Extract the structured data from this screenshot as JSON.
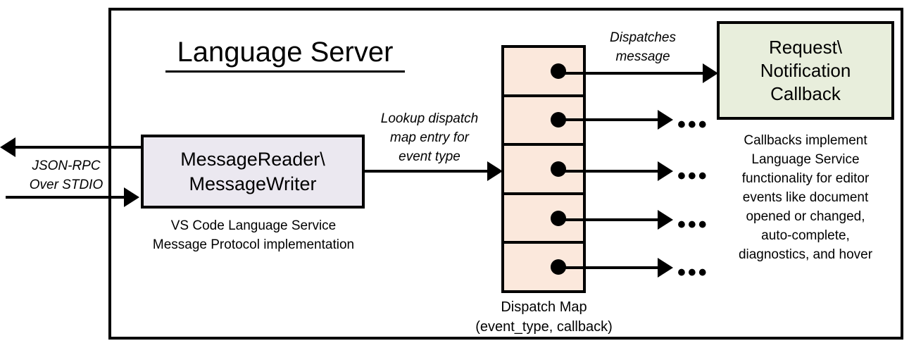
{
  "diagram": {
    "title": "Language Server",
    "frame_color": "#000000"
  },
  "external_io": {
    "label_line1": "JSON-RPC",
    "label_line2": "Over STDIO",
    "outgoing_arrow": "arrow-left",
    "incoming_arrow": "arrow-right"
  },
  "message_box": {
    "line1": "MessageReader\\",
    "line2": "MessageWriter",
    "fill": "#ebe8f0",
    "caption_line1": "VS Code Language Service",
    "caption_line2": "Message Protocol implementation"
  },
  "lookup_edge": {
    "line1": "Lookup dispatch",
    "line2": "map entry for",
    "line3": "event type"
  },
  "dispatch_map": {
    "fill": "#fbe8dc",
    "caption_line1": "Dispatch Map",
    "caption_line2": "(event_type, callback)",
    "entries": [
      {
        "index": 1,
        "marker": "callback-dot"
      },
      {
        "index": 2,
        "marker": "callback-dot"
      },
      {
        "index": 3,
        "marker": "callback-dot"
      },
      {
        "index": 4,
        "marker": "callback-dot"
      },
      {
        "index": 5,
        "marker": "callback-dot"
      }
    ]
  },
  "dispatch_edge": {
    "line1": "Dispatches",
    "line2": "message"
  },
  "callback_box": {
    "line1": "Request\\",
    "line2": "Notification",
    "line3": "Callback",
    "fill": "#e8eedc"
  },
  "callback_description": {
    "line1": "Callbacks implement",
    "line2": "Language Service",
    "line3": "functionality for editor",
    "line4": "events like document",
    "line5": "opened or changed,",
    "line6": "auto-complete,",
    "line7": "diagnostics, and hover"
  },
  "ellipses": {
    "glyph": "•••",
    "count": 4
  }
}
